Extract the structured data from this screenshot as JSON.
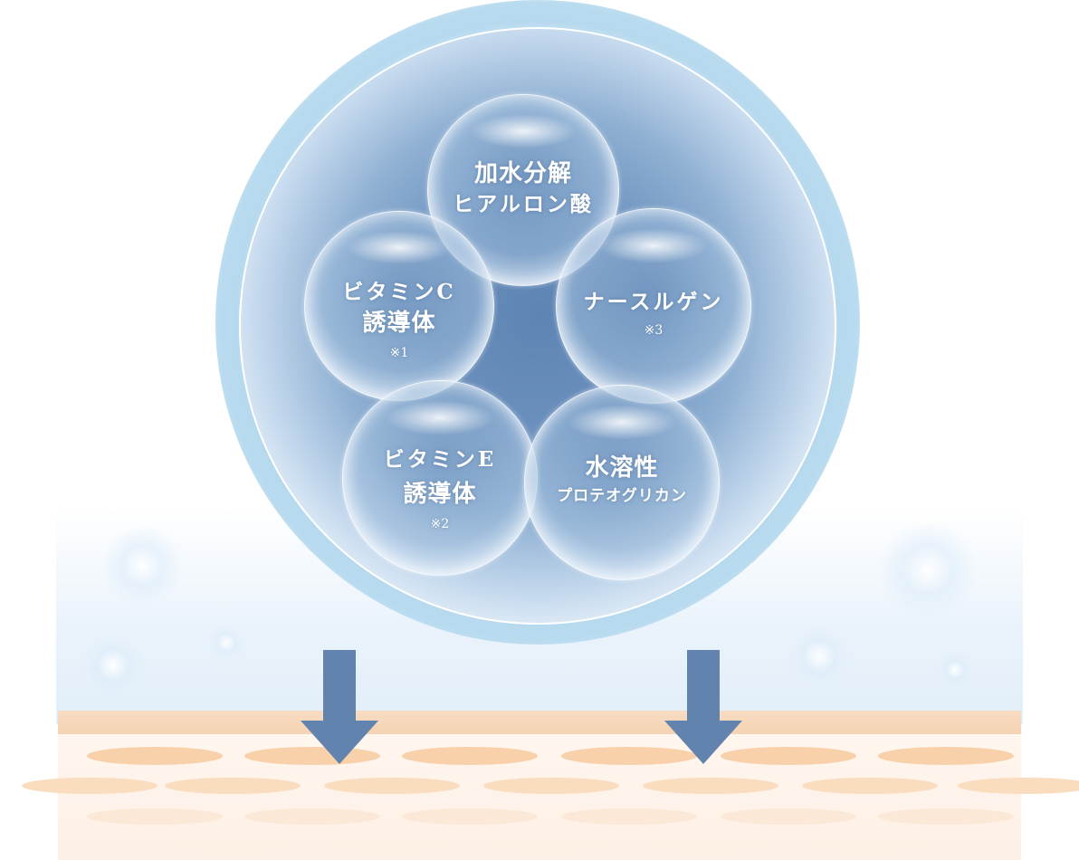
{
  "ingredients": [
    {
      "line1": "加水分解",
      "line2": "ヒアルロン酸",
      "note": ""
    },
    {
      "line1": "ビタミンC",
      "line2": "誘導体",
      "note": "※1"
    },
    {
      "line1": "ナースルゲン",
      "line2": "",
      "note": "※3"
    },
    {
      "line1": "ビタミンE",
      "line2": "誘導体",
      "note": "※2"
    },
    {
      "line1": "水溶性",
      "line2": "プロテオグリカン",
      "note": ""
    }
  ],
  "colors": {
    "arrow": "#6283ad",
    "sphere_core": "#5d84b3",
    "ring": "#b7d9ee",
    "skin_top": "#f5d3b4",
    "cell": "#f7c9a0"
  }
}
